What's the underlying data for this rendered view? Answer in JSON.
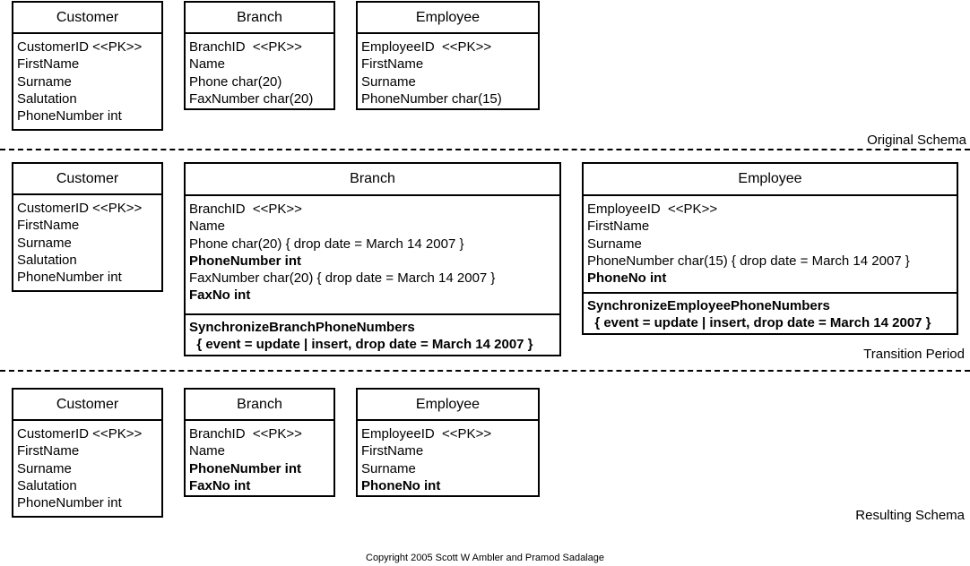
{
  "original": {
    "label": "Original Schema",
    "customer": {
      "title": "Customer",
      "attributes": [
        "CustomerID <<PK>>",
        "FirstName",
        "Surname",
        "Salutation",
        "PhoneNumber int"
      ]
    },
    "branch": {
      "title": "Branch",
      "attributes": [
        "BranchID  <<PK>>",
        "Name",
        "Phone char(20)",
        "FaxNumber char(20)"
      ]
    },
    "employee": {
      "title": "Employee",
      "attributes": [
        "EmployeeID  <<PK>>",
        "FirstName",
        "Surname",
        "PhoneNumber char(15)"
      ]
    }
  },
  "transition": {
    "label": "Transition Period",
    "customer": {
      "title": "Customer",
      "attributes": [
        "CustomerID <<PK>>",
        "FirstName",
        "Surname",
        "Salutation",
        "PhoneNumber int"
      ]
    },
    "branch": {
      "title": "Branch",
      "attributes": [
        "BranchID  <<PK>>",
        "Name",
        "Phone char(20) { drop date = March 14 2007 }",
        "PhoneNumber int",
        "FaxNumber char(20) { drop date = March 14 2007 }",
        "FaxNo int"
      ],
      "operations": [
        "SynchronizeBranchPhoneNumbers",
        "  { event = update | insert, drop date = March 14 2007 }"
      ]
    },
    "employee": {
      "title": "Employee",
      "attributes": [
        "EmployeeID  <<PK>>",
        "FirstName",
        "Surname",
        "PhoneNumber char(15) { drop date = March 14 2007 }",
        "PhoneNo int"
      ],
      "operations": [
        "SynchronizeEmployeePhoneNumbers",
        "  { event = update | insert, drop date = March 14 2007 }"
      ]
    }
  },
  "resulting": {
    "label": "Resulting Schema",
    "customer": {
      "title": "Customer",
      "attributes": [
        "CustomerID <<PK>>",
        "FirstName",
        "Surname",
        "Salutation",
        "PhoneNumber int"
      ]
    },
    "branch": {
      "title": "Branch",
      "attributes": [
        "BranchID  <<PK>>",
        "Name",
        "PhoneNumber int",
        "FaxNo int"
      ]
    },
    "employee": {
      "title": "Employee",
      "attributes": [
        "EmployeeID  <<PK>>",
        "FirstName",
        "Surname",
        "PhoneNo int"
      ]
    }
  },
  "copyright": "Copyright 2005 Scott W Ambler and Pramod Sadalage"
}
